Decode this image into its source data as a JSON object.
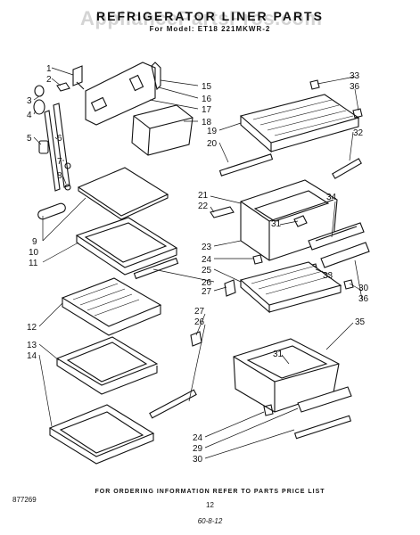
{
  "header": {
    "title": "REFRIGERATOR LINER PARTS",
    "subtitle": "For Model: ET18 221MKWR-2",
    "watermark": "AppliancePartsPros.com"
  },
  "footer": {
    "note": "FOR ORDERING INFORMATION REFER TO PARTS PRICE LIST",
    "page": "12",
    "doc_code": "877269",
    "date_code": "60-8-12"
  },
  "callouts": {
    "c1": "1",
    "c2": "2",
    "c3": "3",
    "c4": "4",
    "c5": "5",
    "c6": "6",
    "c7": "7",
    "c8": "8",
    "c9": "9",
    "c10": "10",
    "c11": "11",
    "c12": "12",
    "c13": "13",
    "c14": "14",
    "c15": "15",
    "c16": "16",
    "c17": "17",
    "c18": "18",
    "c19": "19",
    "c20": "20",
    "c21": "21",
    "c22": "22",
    "c23": "23",
    "c24a": "24",
    "c25": "25",
    "c26a": "26",
    "c27a": "27",
    "c27b": "27",
    "c26b": "26",
    "c24b": "24",
    "c29": "29",
    "c30b": "30",
    "c31a": "31",
    "c31b": "31",
    "c32": "32",
    "c33a": "33",
    "c36a": "36",
    "c34": "34",
    "c33b": "33",
    "c30a": "30",
    "c36b": "36",
    "c35": "35"
  }
}
